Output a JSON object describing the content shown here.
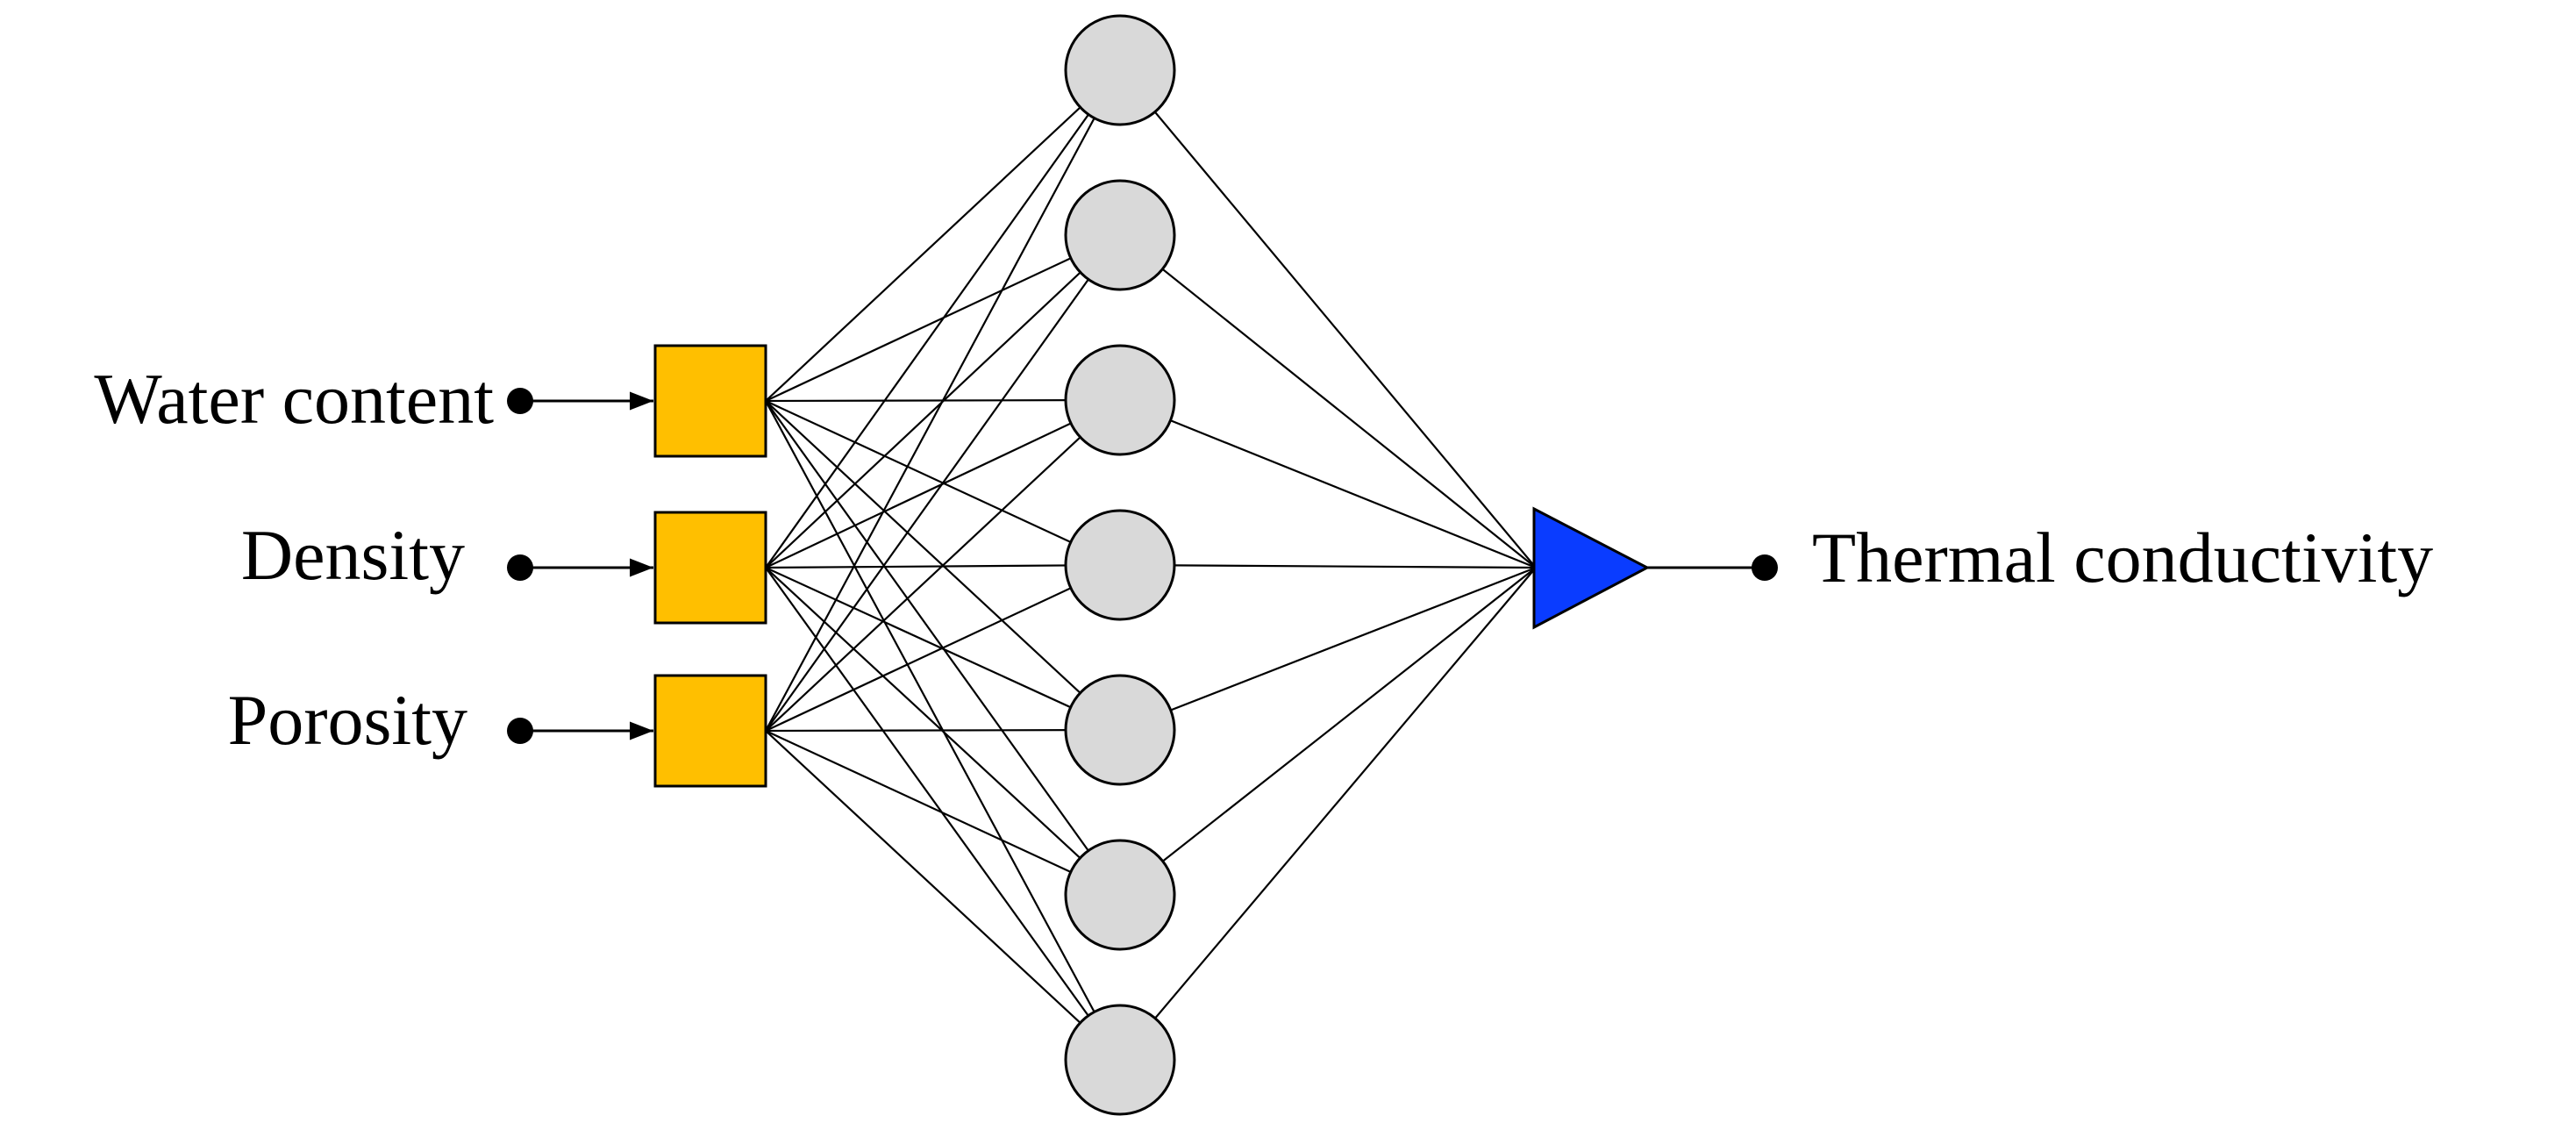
{
  "inputs": [
    {
      "label": "Water content"
    },
    {
      "label": "Density"
    },
    {
      "label": "Porosity"
    }
  ],
  "hidden_neuron_count": 7,
  "output": {
    "label": "Thermal conductivity"
  },
  "colors": {
    "input_node": "#FFBF00",
    "hidden_node": "#D9D9D9",
    "output_node": "#0A3CFF",
    "line": "#000000"
  },
  "icons": {
    "input_node": "square",
    "hidden_node": "circle",
    "output_node": "triangle-right"
  }
}
